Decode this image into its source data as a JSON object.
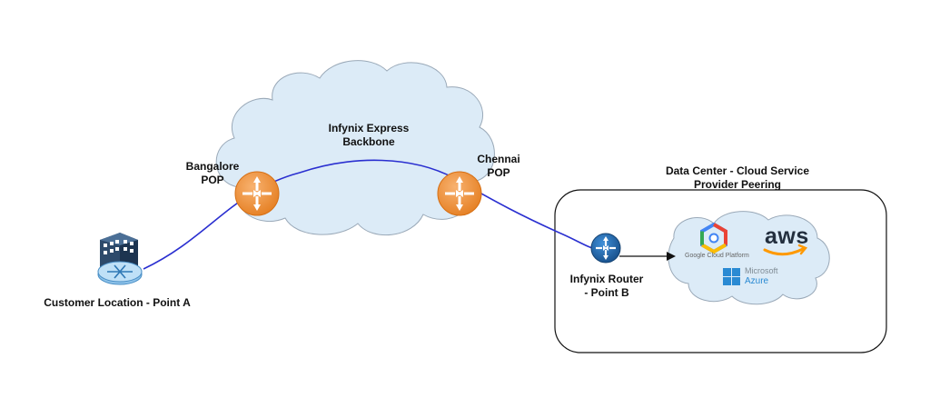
{
  "labels": {
    "backbone": "Infynix Express\nBackbone",
    "bangalore_pop": "Bangalore\nPOP",
    "chennai_pop": "Chennai\nPOP",
    "data_center": "Data Center - Cloud Service\nProvider Peering",
    "router_b": "Infynix Router\n- Point B",
    "customer": "Customer Location - Point A"
  },
  "cloud_providers": {
    "gcp": "Google Cloud Platform",
    "aws": "aws",
    "azure_line1": "Microsoft",
    "azure_line2": "Azure"
  },
  "colors": {
    "cloud_fill": "#dcebf7",
    "cloud_stroke": "#9aa9b8",
    "link": "#2a2fd0",
    "pop_router": "#f2923a",
    "infynix_router": "#1f6fb5",
    "building": "#2d4a6b",
    "aws_orange": "#ff9900",
    "azure_blue": "#2a8ad3"
  },
  "icons": {
    "pop_router": "router-icon",
    "infynix_router": "router-icon",
    "customer_site": "building-router-icon"
  }
}
